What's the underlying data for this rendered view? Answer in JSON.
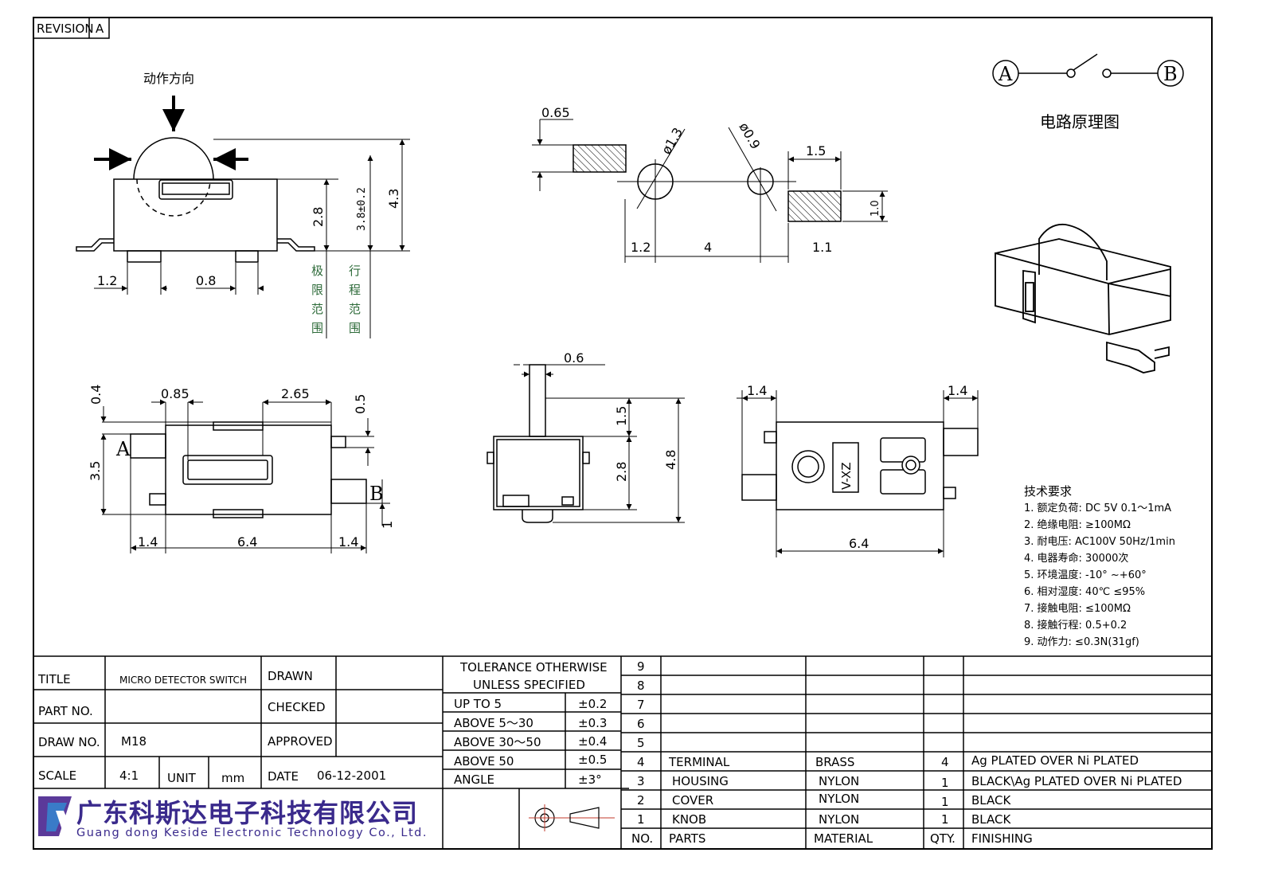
{
  "revision": {
    "label": "REVISION",
    "value": "A"
  },
  "side_view": {
    "action_dir": "动作方向",
    "dims": {
      "w1": "1.2",
      "w2": "0.8",
      "h1": "2.8",
      "h2": "3.8±0.2",
      "h3": "4.3"
    },
    "v1": [
      "极",
      "限",
      "范",
      "围"
    ],
    "v2": [
      "行",
      "程",
      "范",
      "围"
    ]
  },
  "pcb": {
    "dims": {
      "pad_h": "0.65",
      "d1": "ø1.3",
      "d2": "ø0.9",
      "pw": "1.5",
      "ph": "1.0",
      "x1": "1.2",
      "x2": "4",
      "x3": "1.1"
    }
  },
  "circuit": {
    "a": "A",
    "b": "B",
    "label": "电路原理图"
  },
  "top_view": {
    "dims": {
      "t1": "0.4",
      "t2": "0.85",
      "t3": "2.65",
      "t4": "0.5",
      "t5": "3.5",
      "t6": "1.4",
      "t7": "6.4",
      "t8": "1.4",
      "t9": "1"
    },
    "pin_a": "A",
    "pin_b": "B"
  },
  "end_view": {
    "dims": {
      "e1": "0.6",
      "e2": "1.5",
      "e3": "2.8",
      "e4": "4.8"
    }
  },
  "bottom_view": {
    "dims": {
      "b1": "1.4",
      "b2": "1.4",
      "b3": "6.4"
    },
    "mark": "V-XZ"
  },
  "specs": {
    "title": "技术要求",
    "items": [
      "1. 额定负荷: DC 5V  0.1～1mA",
      "2. 绝缘电阻: ≥100MΩ",
      "3. 耐电压: AC100V 50Hz/1min",
      "4. 电器寿命: 30000次",
      "5. 环境温度: -10°  ~+60°",
      "6. 相对湿度: 40℃   ≤95%",
      "7. 接触电阻: ≤100MΩ",
      "8. 接触行程: 0.5+0.2",
      "9. 动作力: ≤0.3N(31gf)"
    ]
  },
  "titleblock": {
    "title_lbl": "TITLE",
    "title_val": "MICRO DETECTOR SWITCH",
    "part_lbl": "PART NO.",
    "part_val": "",
    "draw_lbl": "DRAW NO.",
    "draw_val": "M18",
    "scale_lbl": "SCALE",
    "scale_val": "4:1",
    "unit_lbl": "UNIT",
    "unit_val": "mm",
    "drawn_lbl": "DRAWN",
    "checked_lbl": "CHECKED",
    "approved_lbl": "APPROVED",
    "date_lbl": "DATE",
    "date_val": "06-12-2001",
    "tol_head1": "TOLERANCE OTHERWISE",
    "tol_head2": "UNLESS SPECIFIED",
    "tolerances": [
      {
        "range": "UP TO 5",
        "tol": "±0.2"
      },
      {
        "range": "ABOVE 5～30",
        "tol": "±0.3"
      },
      {
        "range": "ABOVE 30～50",
        "tol": "±0.4"
      },
      {
        "range": "ABOVE 50",
        "tol": "±0.5"
      },
      {
        "range": "ANGLE",
        "tol": "±3°"
      }
    ],
    "company_cn": "广东科斯达电子科技有限公司",
    "company_en": "Guang dong Keside  Electronic Technology Co., Ltd."
  },
  "bom": {
    "rows": [
      {
        "no": "9",
        "part": "",
        "material": "",
        "qty": "",
        "finish": ""
      },
      {
        "no": "8",
        "part": "",
        "material": "",
        "qty": "",
        "finish": ""
      },
      {
        "no": "7",
        "part": "",
        "material": "",
        "qty": "",
        "finish": ""
      },
      {
        "no": "6",
        "part": "",
        "material": "",
        "qty": "",
        "finish": ""
      },
      {
        "no": "5",
        "part": "",
        "material": "",
        "qty": "",
        "finish": ""
      },
      {
        "no": "4",
        "part": "TERMINAL",
        "material": "BRASS",
        "qty": "4",
        "finish": "Ag PLATED OVER Ni PLATED"
      },
      {
        "no": "3",
        "part": "HOUSING",
        "material": "NYLON",
        "qty": "1",
        "finish": "BLACK\\Ag PLATED OVER Ni PLATED"
      },
      {
        "no": "2",
        "part": "COVER",
        "material": "NYLON",
        "qty": "1",
        "finish": "BLACK"
      },
      {
        "no": "1",
        "part": "KNOB",
        "material": "NYLON",
        "qty": "1",
        "finish": "BLACK"
      }
    ],
    "header": {
      "no": "NO.",
      "part": "PARTS",
      "material": "MATERIAL",
      "qty": "QTY.",
      "finish": "FINISHING"
    }
  }
}
